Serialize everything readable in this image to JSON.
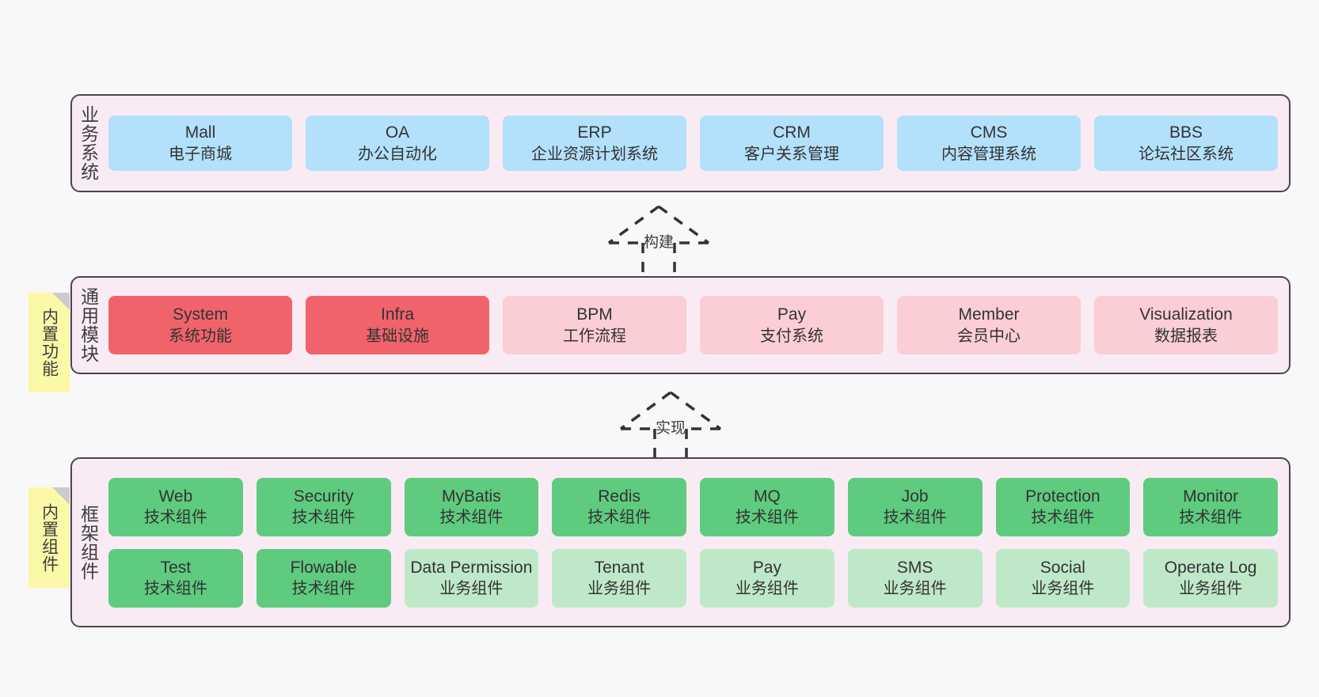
{
  "meta": {
    "background_color": "#f8f8f8",
    "panel_color": "#f9ebf4",
    "panel_border_color": "#4a4452",
    "note_color": "#fbf8a8",
    "note_fold_color": "#cccccc"
  },
  "notes": [
    {
      "id": "note-common",
      "label": "内置功能"
    },
    {
      "id": "note-frame",
      "label": "内置组件"
    }
  ],
  "arrows": [
    {
      "id": "arrow-build",
      "label": "构建",
      "style": "dashed-generalization"
    },
    {
      "id": "arrow-impl",
      "label": "实现",
      "style": "dashed-generalization"
    }
  ],
  "layers": [
    {
      "id": "layer-business",
      "title": "业务系统",
      "rows": [
        [
          {
            "en": "Mall",
            "cn": "电子商城",
            "color": "#b3e0fb",
            "tone": "blue"
          },
          {
            "en": "OA",
            "cn": "办公自动化",
            "color": "#b3e0fb",
            "tone": "blue"
          },
          {
            "en": "ERP",
            "cn": "企业资源计划系统",
            "color": "#b3e0fb",
            "tone": "blue"
          },
          {
            "en": "CRM",
            "cn": "客户关系管理",
            "color": "#b3e0fb",
            "tone": "blue"
          },
          {
            "en": "CMS",
            "cn": "内容管理系统",
            "color": "#b3e0fb",
            "tone": "blue"
          },
          {
            "en": "BBS",
            "cn": "论坛社区系统",
            "color": "#b3e0fb",
            "tone": "blue"
          }
        ]
      ]
    },
    {
      "id": "layer-common",
      "title": "通用模块",
      "rows": [
        [
          {
            "en": "System",
            "cn": "系统功能",
            "color": "#f1636b",
            "tone": "red"
          },
          {
            "en": "Infra",
            "cn": "基础设施",
            "color": "#f1636b",
            "tone": "red"
          },
          {
            "en": "BPM",
            "cn": "工作流程",
            "color": "#fbcdd5",
            "tone": "pink"
          },
          {
            "en": "Pay",
            "cn": "支付系统",
            "color": "#fbcdd5",
            "tone": "pink"
          },
          {
            "en": "Member",
            "cn": "会员中心",
            "color": "#fbcdd5",
            "tone": "pink"
          },
          {
            "en": "Visualization",
            "cn": "数据报表",
            "color": "#fbcdd5",
            "tone": "pink"
          }
        ]
      ]
    },
    {
      "id": "layer-frame",
      "title": "框架组件",
      "rows": [
        [
          {
            "en": "Web",
            "cn": "技术组件",
            "color": "#5ecb7e",
            "tone": "green"
          },
          {
            "en": "Security",
            "cn": "技术组件",
            "color": "#5ecb7e",
            "tone": "green"
          },
          {
            "en": "MyBatis",
            "cn": "技术组件",
            "color": "#5ecb7e",
            "tone": "green"
          },
          {
            "en": "Redis",
            "cn": "技术组件",
            "color": "#5ecb7e",
            "tone": "green"
          },
          {
            "en": "MQ",
            "cn": "技术组件",
            "color": "#5ecb7e",
            "tone": "green"
          },
          {
            "en": "Job",
            "cn": "技术组件",
            "color": "#5ecb7e",
            "tone": "green"
          },
          {
            "en": "Protection",
            "cn": "技术组件",
            "color": "#5ecb7e",
            "tone": "green"
          },
          {
            "en": "Monitor",
            "cn": "技术组件",
            "color": "#5ecb7e",
            "tone": "green"
          }
        ],
        [
          {
            "en": "Test",
            "cn": "技术组件",
            "color": "#5ecb7e",
            "tone": "green"
          },
          {
            "en": "Flowable",
            "cn": "技术组件",
            "color": "#5ecb7e",
            "tone": "green"
          },
          {
            "en": "Data Permission",
            "cn": "业务组件",
            "color": "#bfe8c8",
            "tone": "lightgreen",
            "wrap": true
          },
          {
            "en": "Tenant",
            "cn": "业务组件",
            "color": "#bfe8c8",
            "tone": "lightgreen"
          },
          {
            "en": "Pay",
            "cn": "业务组件",
            "color": "#bfe8c8",
            "tone": "lightgreen"
          },
          {
            "en": "SMS",
            "cn": "业务组件",
            "color": "#bfe8c8",
            "tone": "lightgreen"
          },
          {
            "en": "Social",
            "cn": "业务组件",
            "color": "#bfe8c8",
            "tone": "lightgreen"
          },
          {
            "en": "Operate Log",
            "cn": "业务组件",
            "color": "#bfe8c8",
            "tone": "lightgreen"
          }
        ]
      ]
    }
  ]
}
